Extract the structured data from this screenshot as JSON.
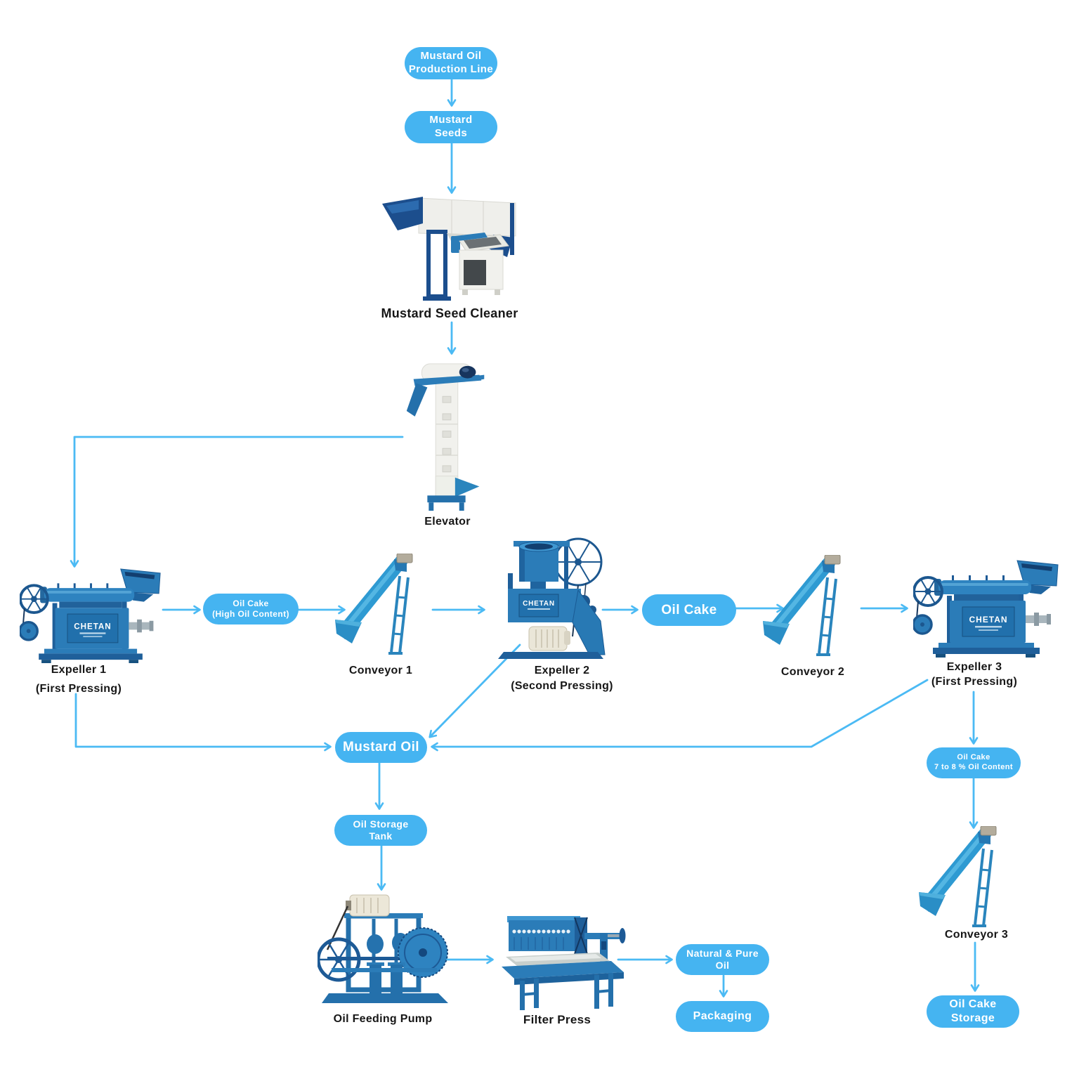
{
  "colors": {
    "pill": "#45b4f1",
    "arrow": "#4bbaf4",
    "pill_text": "#ffffff",
    "label_text": "#161616"
  },
  "machine_brand": "CHETAN",
  "pills": {
    "production_line": {
      "lines": [
        "Mustard Oil",
        "Production Line"
      ]
    },
    "mustard_seeds": {
      "lines": [
        "Mustard",
        "Seeds"
      ]
    },
    "oil_cake_high": {
      "lines": [
        "Oil Cake",
        "(High Oil Content)"
      ]
    },
    "oil_cake": {
      "lines": [
        "Oil Cake"
      ]
    },
    "mustard_oil": {
      "lines": [
        "Mustard Oil"
      ]
    },
    "oil_storage_tank": {
      "lines": [
        "Oil Storage",
        "Tank"
      ]
    },
    "oil_cake_7_8": {
      "lines": [
        "Oil Cake",
        "7 to 8 % Oil Content"
      ]
    },
    "natural_pure_oil": {
      "lines": [
        "Natural & Pure",
        "Oil"
      ]
    },
    "packaging": {
      "lines": [
        "Packaging"
      ]
    },
    "oil_cake_storage": {
      "lines": [
        "Oil Cake",
        "Storage"
      ]
    }
  },
  "machines": {
    "seed_cleaner": {
      "label": "Mustard Seed Cleaner"
    },
    "elevator": {
      "label": "Elevator"
    },
    "expeller1": {
      "line1": "Expeller 1",
      "line2": "(First Pressing)"
    },
    "conveyor1": {
      "label": "Conveyor 1"
    },
    "expeller2": {
      "line1": "Expeller 2",
      "line2": "(Second Pressing)"
    },
    "conveyor2": {
      "label": "Conveyor 2"
    },
    "expeller3": {
      "line1": "Expeller 3",
      "line2": "(First Pressing)"
    },
    "conveyor3": {
      "label": "Conveyor 3"
    },
    "oil_feeding_pump": {
      "label": "Oil Feeding Pump"
    },
    "filter_press": {
      "label": "Filter Press"
    }
  }
}
